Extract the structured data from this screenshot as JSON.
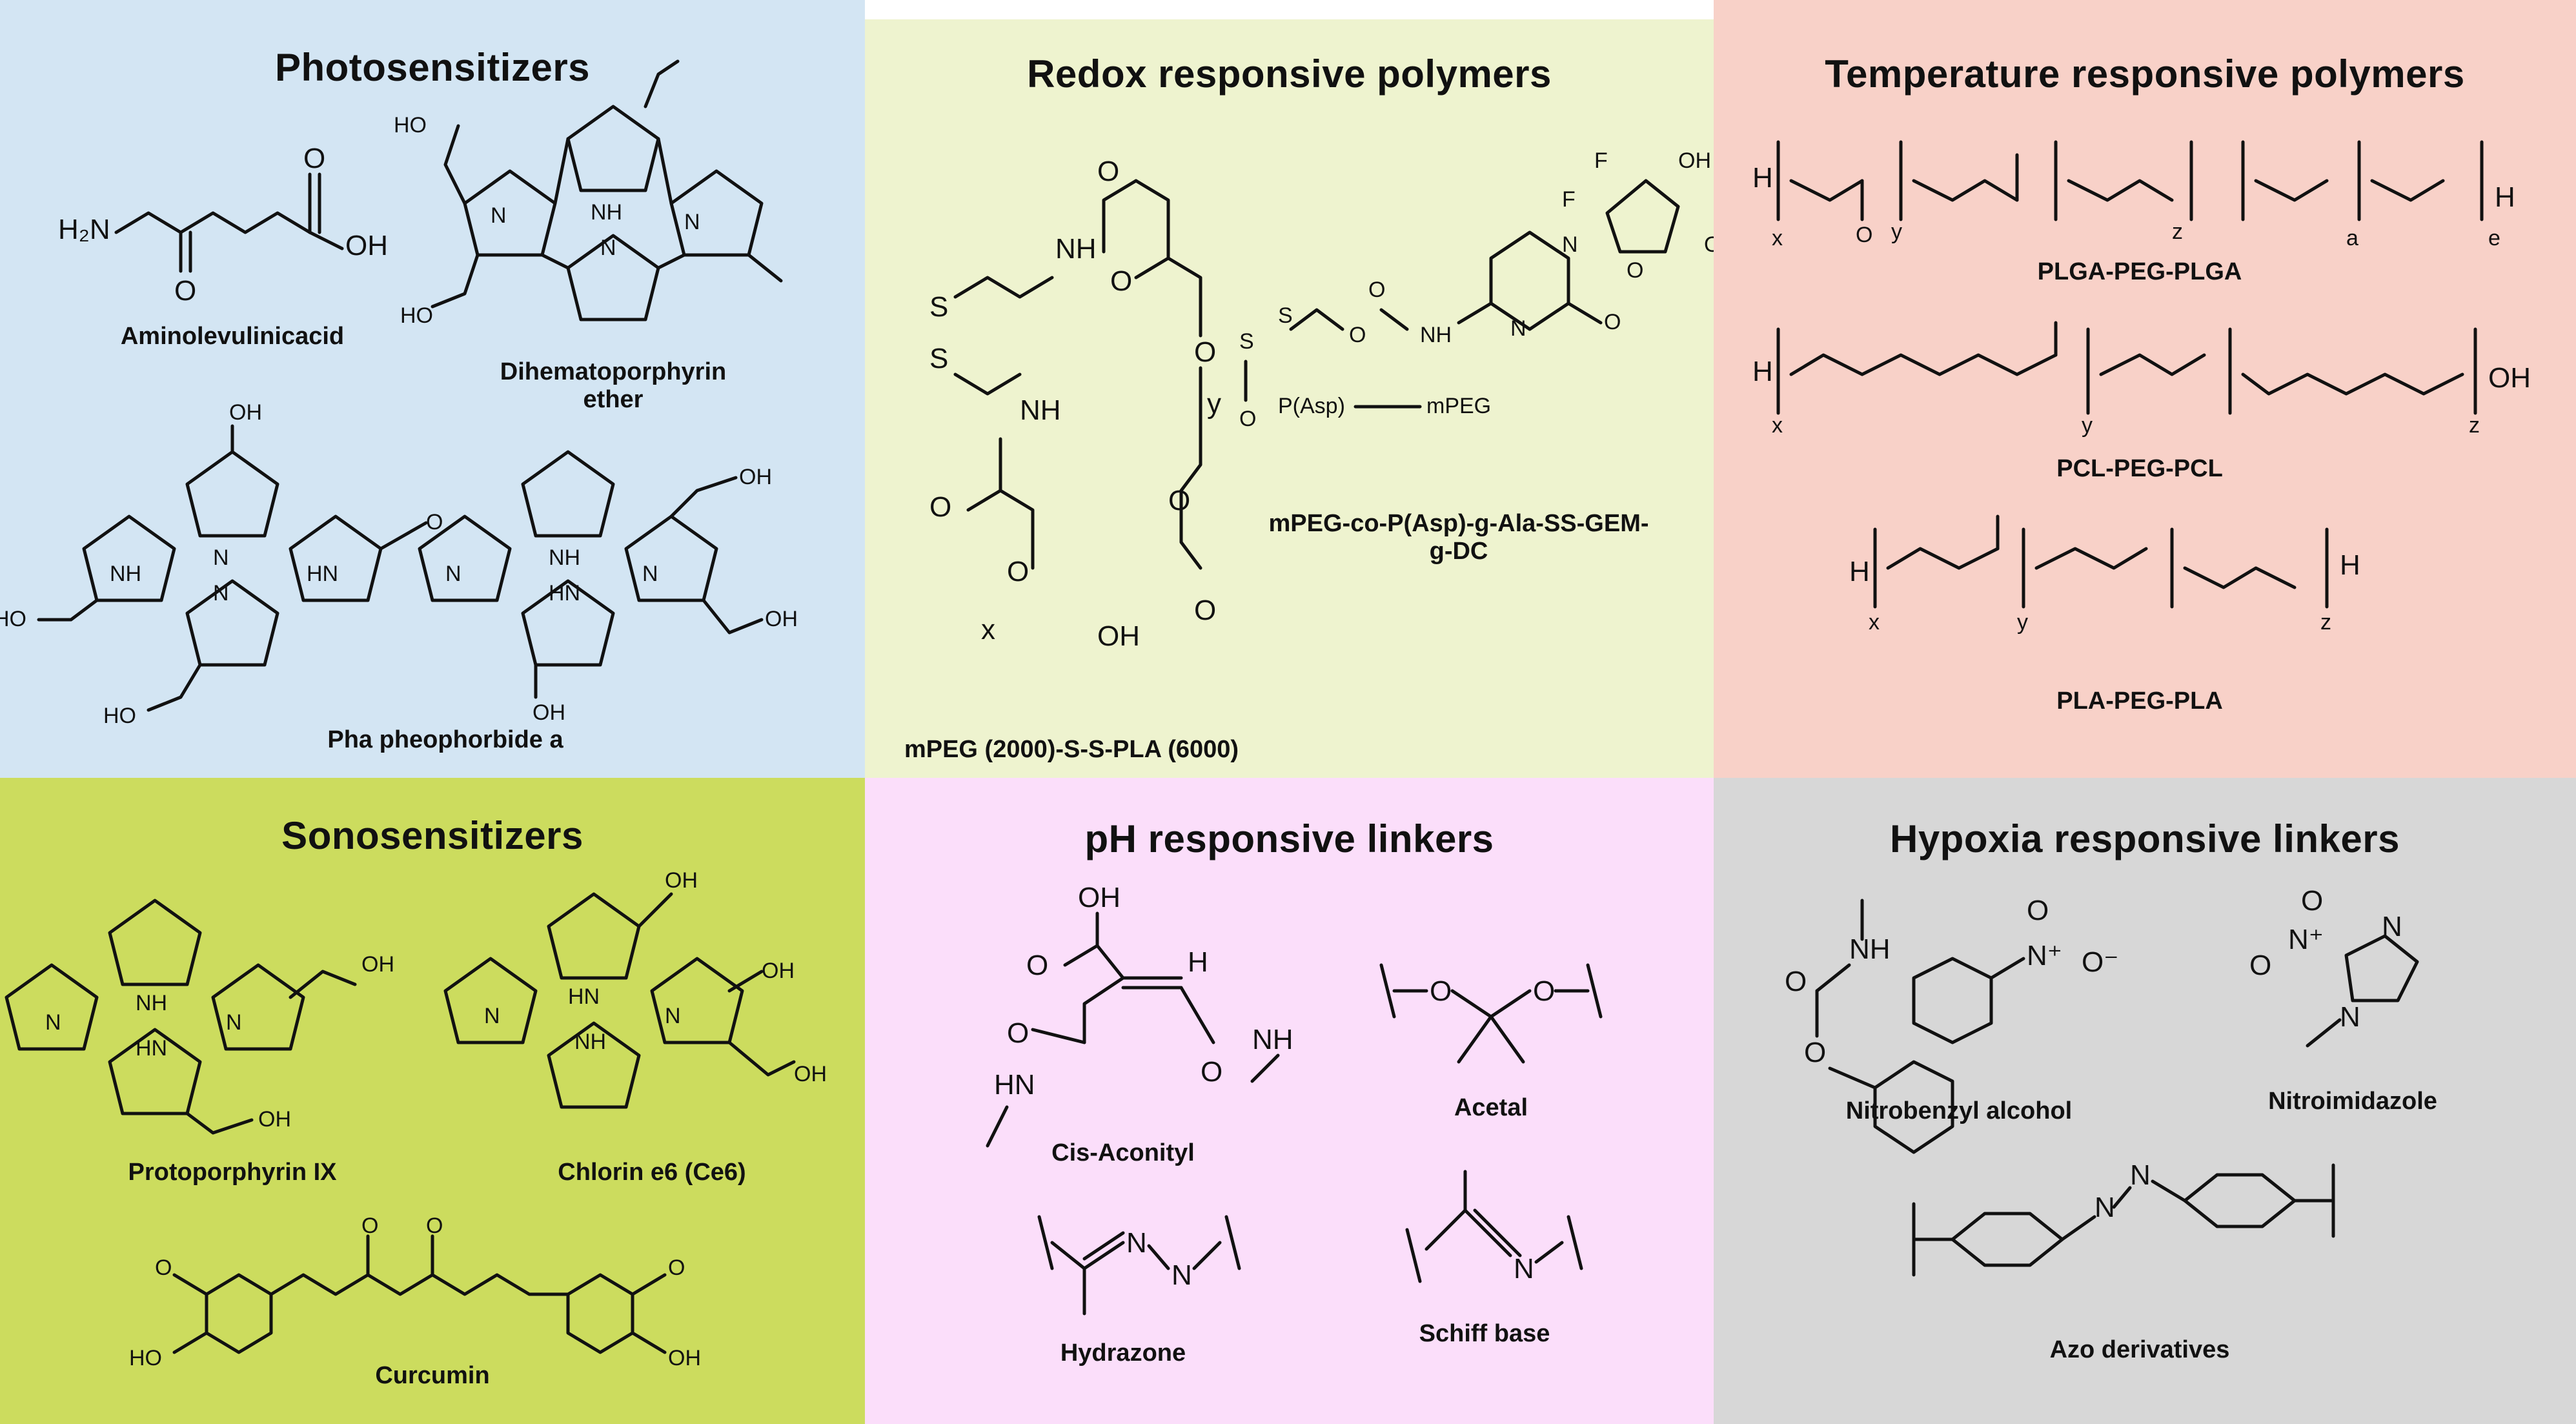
{
  "panels": {
    "photosensitizers": {
      "title": "Photosensitizers",
      "bg": "#d3e5f3",
      "labels": [
        "Aminolevulinicacid",
        "Dihematoporphyrin ether",
        "Pha pheophorbide a"
      ]
    },
    "redox": {
      "title": "Redox responsive polymers",
      "bg": "#eef3cf",
      "labels": [
        "mPEG-co-P(Asp)-g-Ala-SS-GEM-g-DC",
        "mPEG (2000)-S-S-PLA (6000)"
      ]
    },
    "temperature": {
      "title": "Temperature responsive polymers",
      "bg": "#f8d1c8",
      "labels": [
        "PLGA-PEG-PLGA",
        "PCL-PEG-PCL",
        "PLA-PEG-PLA"
      ]
    },
    "sonosensitizers": {
      "title": "Sonosensitizers",
      "bg": "#ccdc5e",
      "labels": [
        "Protoporphyrin IX",
        "Chlorin e6 (Ce6)",
        "Curcumin"
      ]
    },
    "ph": {
      "title": "pH responsive linkers",
      "bg": "#fbdefa",
      "labels": [
        "Cis-Aconityl",
        "Acetal",
        "Hydrazone",
        "Schiff base"
      ]
    },
    "hypoxia": {
      "title": "Hypoxia responsive linkers",
      "bg": "#d7d7d7",
      "labels": [
        "Nitrobenzyl alcohol",
        "Nitroimidazole",
        "Azo derivatives"
      ]
    }
  },
  "atoms": {
    "h2n": "H₂N",
    "oh": "OH",
    "ho": "HO",
    "o": "O",
    "nh": "NH",
    "hn": "HN",
    "n": "N",
    "h": "H",
    "s": "S",
    "f": "F",
    "x": "x",
    "y": "y",
    "z": "z",
    "a": "a",
    "e": "e",
    "pasp": "P(Asp)",
    "mpeg": "mPEG",
    "nplus": "N⁺",
    "ominus": "O⁻"
  }
}
